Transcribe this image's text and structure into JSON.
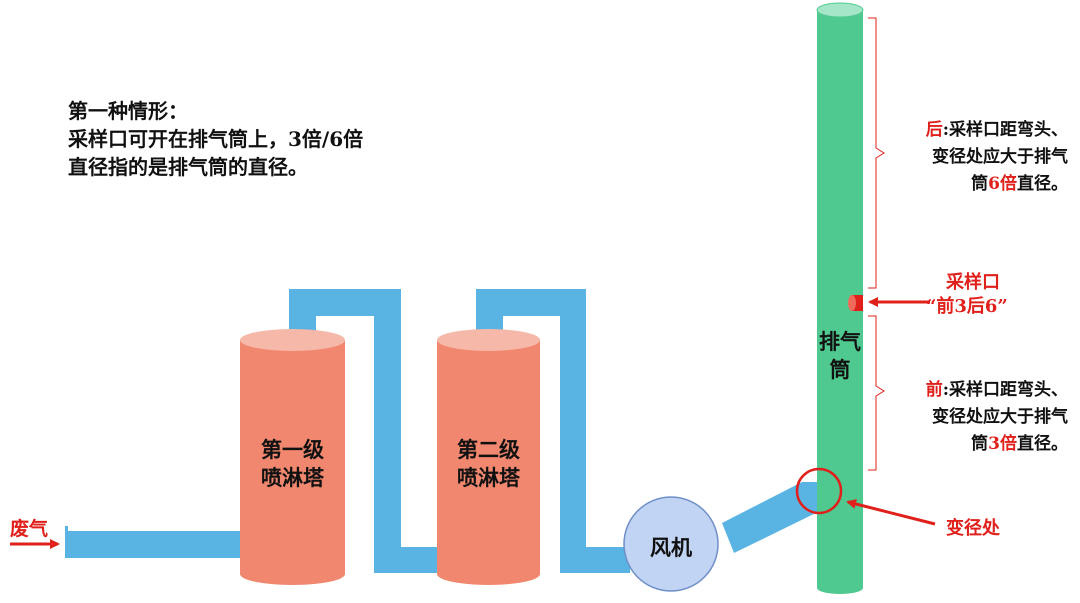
{
  "intro": {
    "line1": "第一种情形：",
    "line2": "采样口可开在排气筒上，3倍/6倍",
    "line3": "直径指的是排气筒的直径。"
  },
  "labels": {
    "waste_gas": "废气",
    "tower1_line1": "第一级",
    "tower1_line2": "喷淋塔",
    "tower2_line1": "第二级",
    "tower2_line2": "喷淋塔",
    "fan": "风机",
    "stack": "排气筒",
    "reducer": "变径处",
    "sampling_port": "采样口",
    "sampling_rule": "“前3后6”"
  },
  "note_after": {
    "prefix": "后",
    "line1_rest": ":采样口距弯头、",
    "line2": "变径处应大于排气",
    "line3_a": "筒",
    "line3_num": "6倍",
    "line3_b": "直径。"
  },
  "note_before": {
    "prefix": "前",
    "line1_rest": ":采样口距弯头、",
    "line2": "变径处应大于排气",
    "line3_a": "筒",
    "line3_num": "3倍",
    "line3_b": "直径。"
  },
  "colors": {
    "pipe": "#5ab4e3",
    "tower": "#f0876e",
    "tower_top": "#f6b8a8",
    "stack": "#4fc98f",
    "stack_top": "#a6e6c8",
    "fan": "#c1d4f3",
    "accent_red": "#e0201b"
  }
}
